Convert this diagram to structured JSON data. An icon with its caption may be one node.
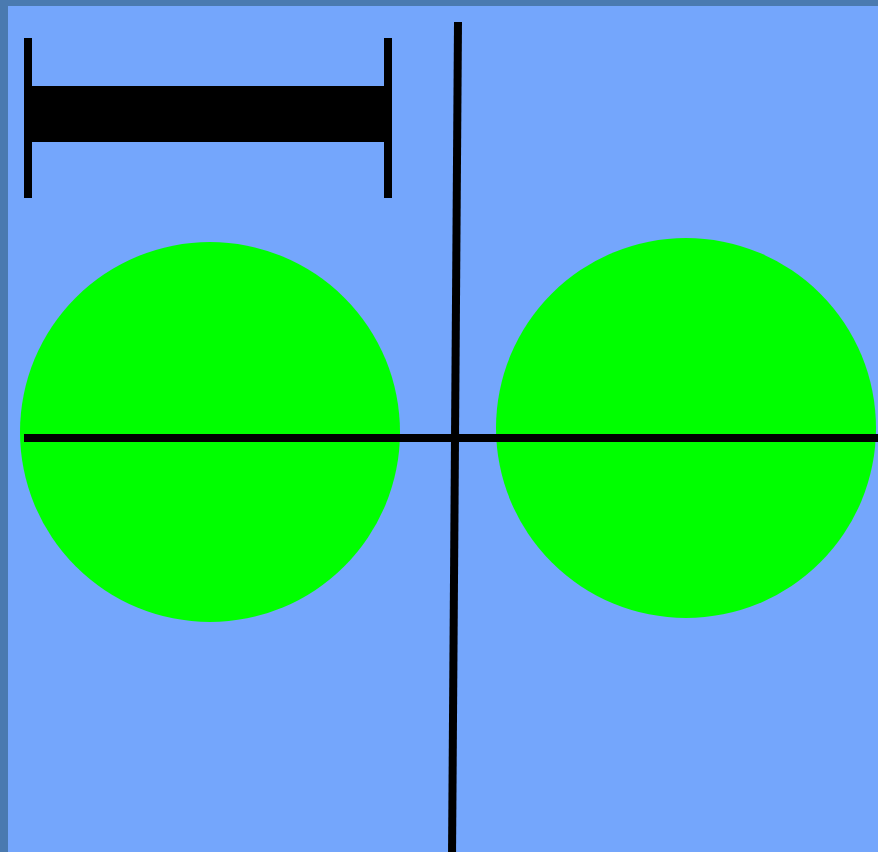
{
  "diagram": {
    "nodes": [
      {
        "text": [],
        "shape": "circle"
      },
      {
        "text": [],
        "shape": "circle"
      }
    ],
    "edges": [
      {
        "from": 0,
        "to": 1,
        "arrow": "none"
      }
    ]
  }
}
